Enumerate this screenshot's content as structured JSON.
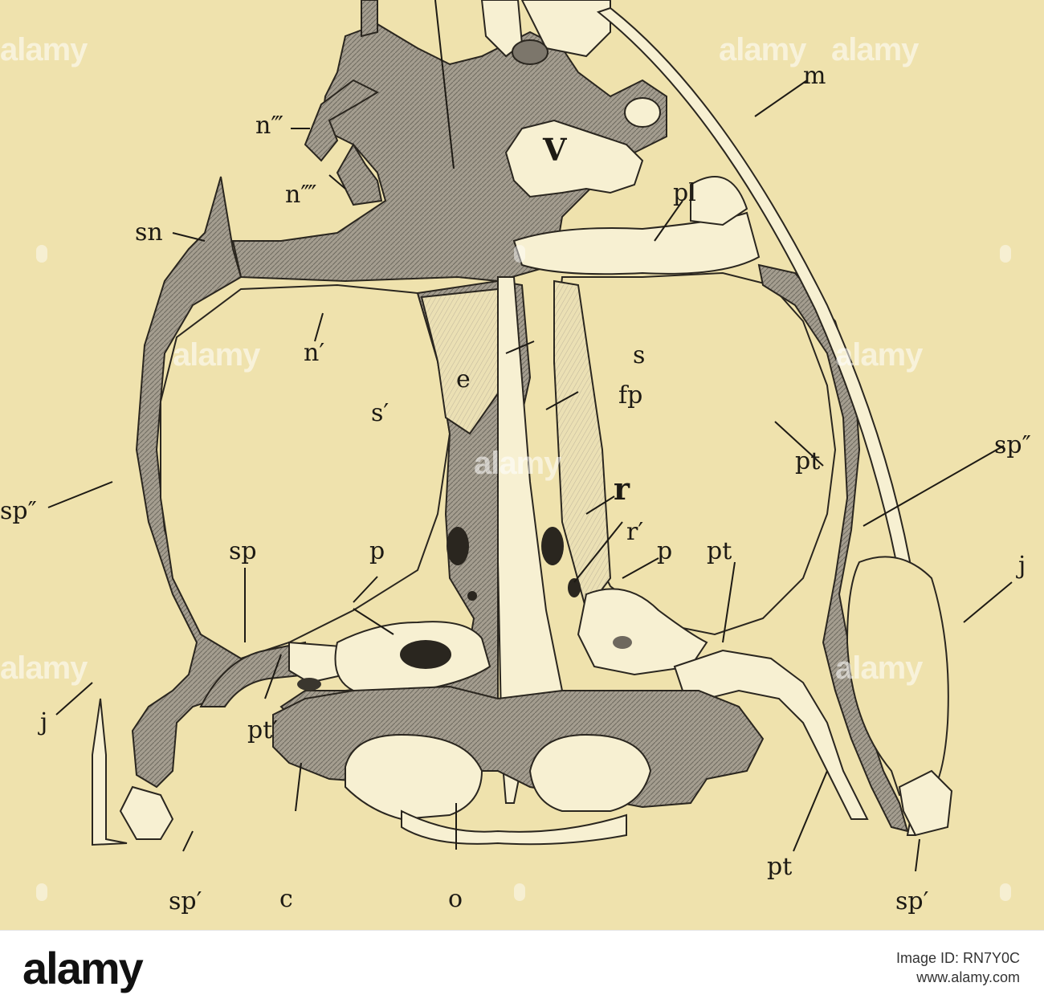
{
  "colors": {
    "paper": "#efe2ad",
    "ink": "#1d1a14",
    "shade": "#9b948a",
    "bone_light": "#f7f0d2"
  },
  "labels": {
    "n3": "n‴",
    "n4": "n⁗",
    "v": "V",
    "m": "m",
    "pl": "pl",
    "sn": "sn",
    "n1": "n′",
    "e": "e",
    "s": "s",
    "fp": "fp",
    "s1": "s′",
    "r": "r",
    "r1": "r′",
    "pt_upper_right": "pt",
    "sp2_right": "sp″",
    "sp2_left": "sp″",
    "sp": "sp",
    "p_left": "p",
    "p_right": "p",
    "pt_mid_right": "pt",
    "j_right": "j",
    "j_left": "j",
    "pt1": "pt′",
    "c": "c",
    "o": "o",
    "pt_lower_right": "pt",
    "sp1_left": "sp′",
    "sp1_right": "sp′"
  },
  "watermark": {
    "brand": "alamy"
  },
  "footer": {
    "logo": "alamy",
    "line1": "Image ID: RN7Y0C",
    "line2": "www.alamy.com"
  }
}
